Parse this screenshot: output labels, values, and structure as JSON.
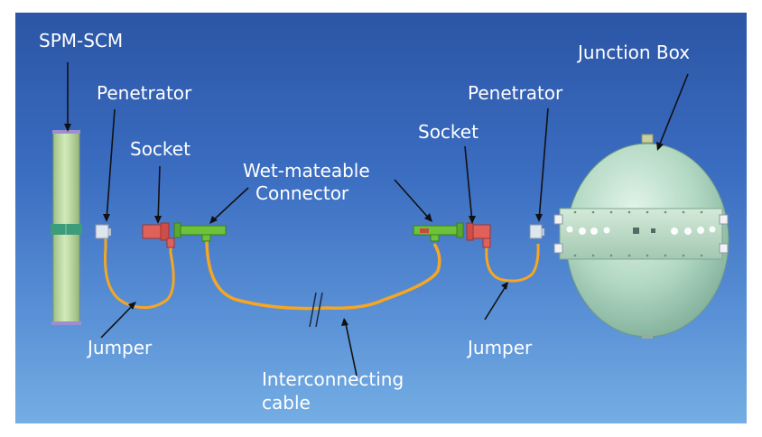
{
  "labels": {
    "spm_scm": "SPM-SCM",
    "penetrator_left": "Penetrator",
    "socket_left": "Socket",
    "wet_mateable_line1": "Wet-mateable",
    "wet_mateable_line2": "Connector",
    "socket_right": "Socket",
    "penetrator_right": "Penetrator",
    "junction_box": "Junction Box",
    "jumper_left": "Jumper",
    "jumper_right": "Jumper",
    "interconnecting_line1": "Interconnecting",
    "interconnecting_line2": "cable"
  },
  "colors": {
    "background_top": "#2c55a5",
    "background_bottom": "#74aee3",
    "label_text": "#ffffff",
    "cable": "#f5a623",
    "socket": "#e0605a",
    "connector": "#6cc23a",
    "penetrator": "#dde6ee",
    "junction_box": "#b7dcc6",
    "spm_cylinder": "#b4d49c"
  }
}
